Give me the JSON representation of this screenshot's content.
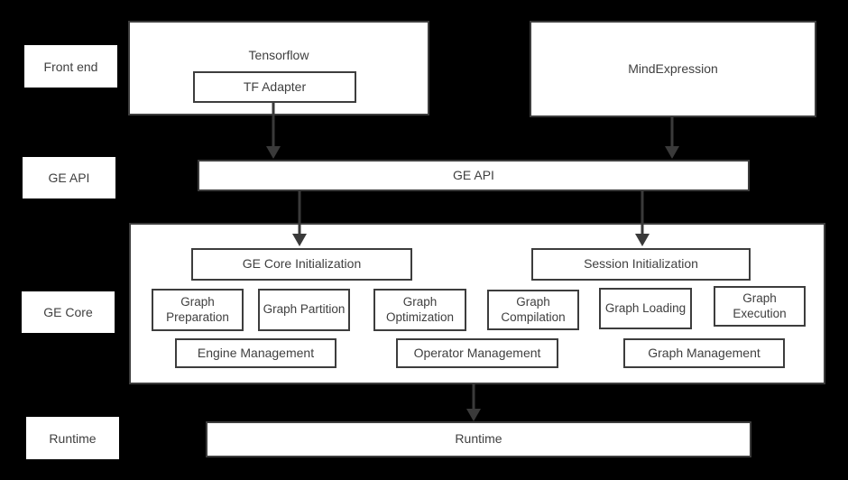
{
  "colors": {
    "background": "#000000",
    "box_fill": "#ffffff",
    "border": "#3d3d3d",
    "text": "#3f3f3f",
    "arrow": "#3a3a3a"
  },
  "row_labels": [
    {
      "label": "Front end"
    },
    {
      "label": "GE API"
    },
    {
      "label": "GE Core"
    },
    {
      "label": "Runtime"
    }
  ],
  "front_end": {
    "tensorflow": "Tensorflow",
    "tf_adapter": "TF Adapter",
    "mindexpression": "MindExpression"
  },
  "ge_api_bar": {
    "label": "GE API"
  },
  "ge_core": {
    "init_boxes": [
      {
        "label": "GE Core Initialization"
      },
      {
        "label": "Session Initialization"
      }
    ],
    "stage_boxes": [
      {
        "label": "Graph Preparation"
      },
      {
        "label": "Graph Partition"
      },
      {
        "label": "Graph Optimization"
      },
      {
        "label": "Graph Compilation"
      },
      {
        "label": "Graph Loading"
      },
      {
        "label": "Graph Execution"
      }
    ],
    "management_boxes": [
      {
        "label": "Engine Management"
      },
      {
        "label": "Operator Management"
      },
      {
        "label": "Graph Management"
      }
    ]
  },
  "runtime_bar": {
    "label": "Runtime"
  }
}
